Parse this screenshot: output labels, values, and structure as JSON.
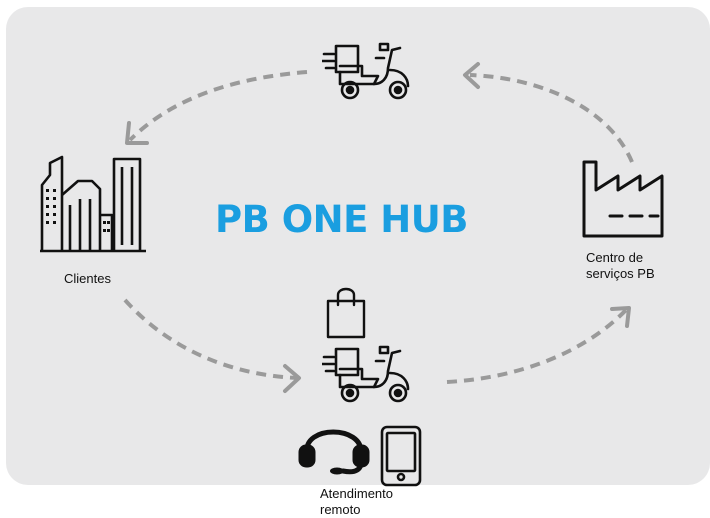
{
  "hub": {
    "title": "PB ONE HUB",
    "title_color": "#1a9ee0"
  },
  "nodes": {
    "clientes": {
      "label": "Clientes",
      "icon": "buildings-icon"
    },
    "centro": {
      "label_line1": "Centro de",
      "label_line2": "serviços PB",
      "icon": "factory-icon"
    },
    "atendimento": {
      "label_line1": "Atendimento",
      "label_line2": "remoto",
      "icon": "headset-icon"
    }
  },
  "transit_icons": [
    "delivery-scooter-icon",
    "shopping-bag-icon",
    "delivery-scooter-icon",
    "smartphone-icon"
  ],
  "colors": {
    "panel": "#e8e8e9",
    "arrow": "#9a9a9a",
    "icon_stroke": "#111111"
  }
}
